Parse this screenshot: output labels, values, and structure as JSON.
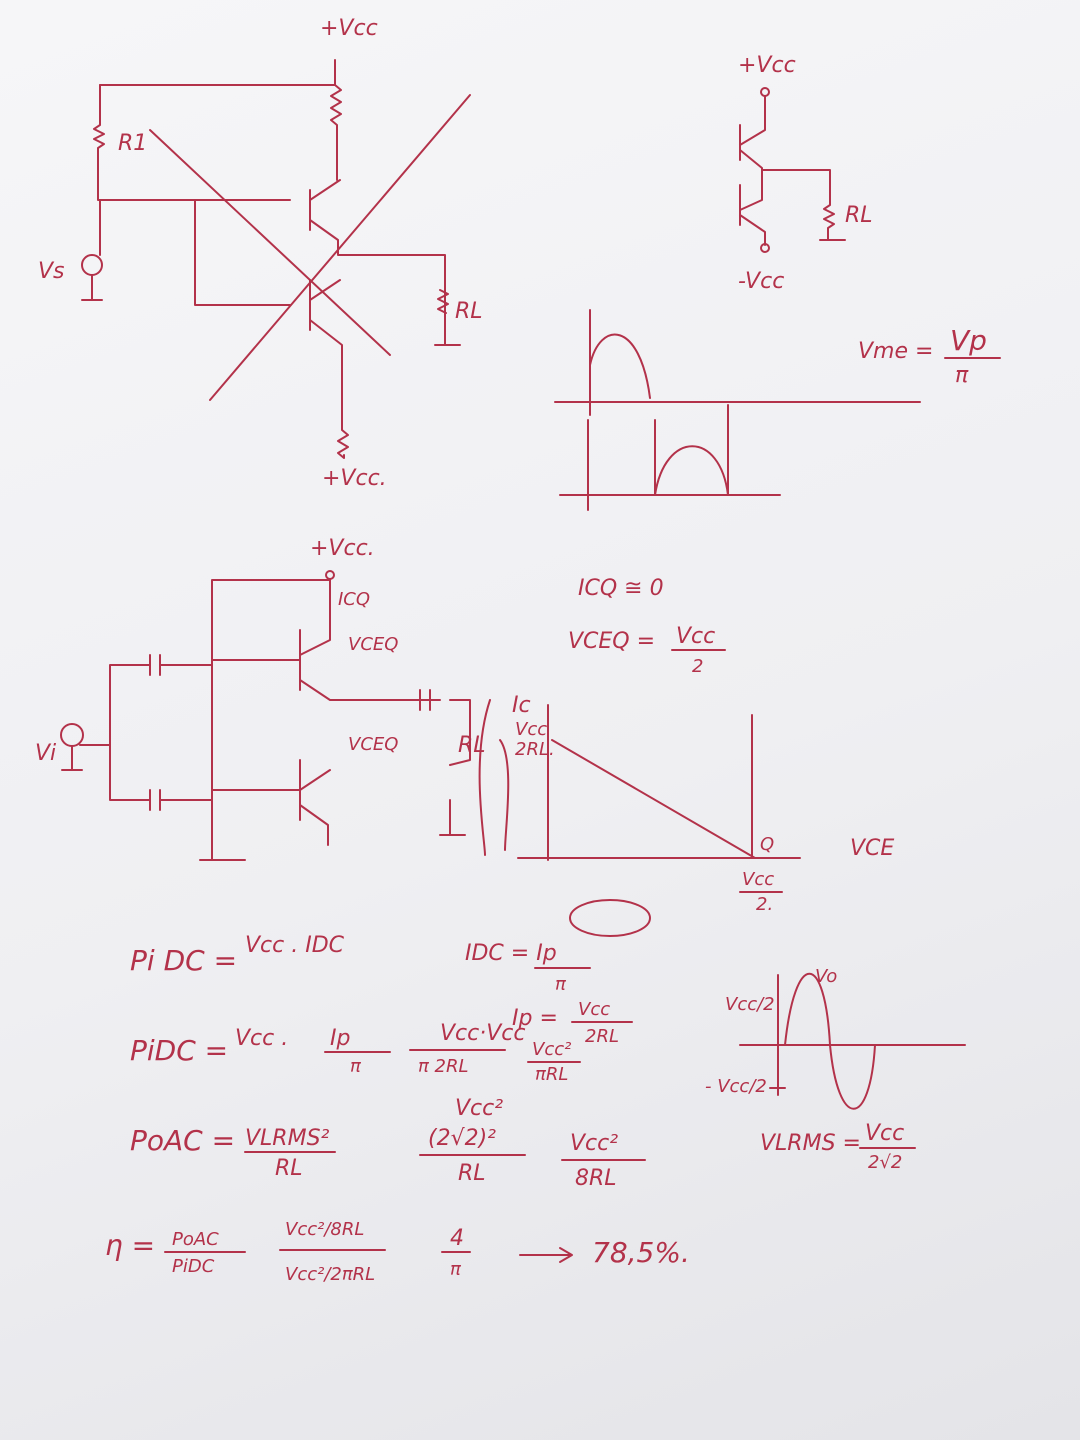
{
  "colors": {
    "ink": "#b3324a",
    "paper": "#f2f2f5"
  },
  "circuit1": {
    "vcc_top": "+Vcc",
    "r1": "R1",
    "vs": "Vs",
    "rl": "RL",
    "vcc_bottom": "+Vcc."
  },
  "circuit2": {
    "vcc_top": "+Vcc",
    "vcc_bottom": "-Vcc",
    "rl": "RL"
  },
  "waveform1": {
    "vme": "Vme =",
    "vp": "Vp",
    "pi": "π"
  },
  "circuit3": {
    "vcc": "+Vcc.",
    "icq": "ICQ",
    "vceq1": "VCEQ",
    "vceq2": "VCEQ",
    "vi": "Vi",
    "rl": "RL"
  },
  "q_point": {
    "icq": "ICQ ≅ 0",
    "vceq": "VCEQ =",
    "vcc": "Vcc",
    "two": "2"
  },
  "load_line": {
    "ic": "Ic",
    "ic_max_num": "Vcc",
    "ic_max_den": "2RL.",
    "q": "Q",
    "vce": "VCE",
    "vce_num": "Vcc",
    "vce_den": "2."
  },
  "equations": {
    "pidc1_lhs": "Pi DC =",
    "pidc1_rhs": "Vcc . IDC",
    "idc": "IDC = Ip",
    "idc_den": "π",
    "ip": "Ip =",
    "ip_num": "Vcc",
    "ip_den": "2RL",
    "pidc2_lhs": "PiDC =",
    "pidc2_a": "Vcc .",
    "pidc2_b": "Ip",
    "pidc2_b_den": "π",
    "pidc2_c": "Vcc·Vcc",
    "pidc2_c_den": "π 2RL",
    "pidc2_d": "Vcc²",
    "pidc2_d_den": "πRL",
    "poac_lhs": "PoAC =",
    "poac_a": "VLRMS²",
    "poac_a_den": "RL",
    "poac_b": "Vcc²",
    "poac_b_mid": "(2√2)²",
    "poac_b_den": "RL",
    "poac_c": "Vcc²",
    "poac_c_den": "8RL",
    "eta_lhs": "η =",
    "eta_num": "PoAC",
    "eta_den": "PiDC",
    "eta_f_num": "Vcc²/8RL",
    "eta_f_den": "Vcc²/2πRL",
    "eta_val": "4",
    "eta_val_den": "π",
    "eta_pct": "78,5%."
  },
  "sine": {
    "vo": "Vo",
    "pos": "Vcc/2",
    "neg": "- Vcc/2",
    "vlrms": "VLRMS =",
    "vlrms_num": "Vcc",
    "vlrms_den": "2√2"
  }
}
